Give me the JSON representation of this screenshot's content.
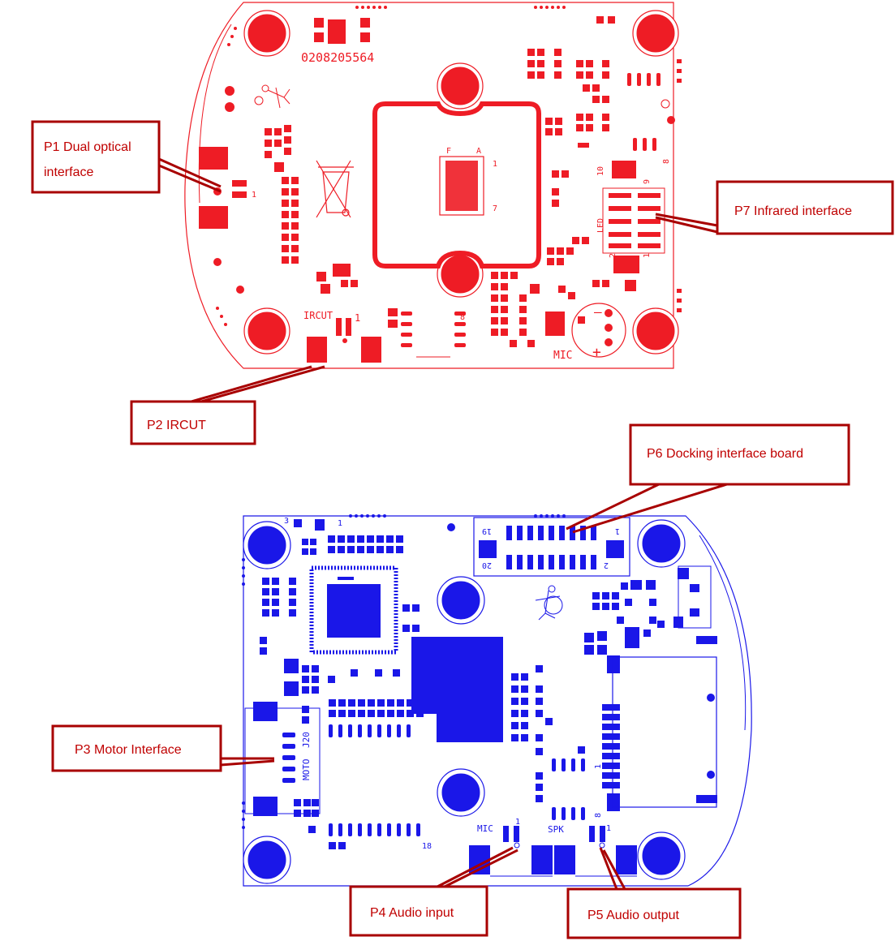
{
  "colors": {
    "top_board": "#ee1c25",
    "bottom_board": "#1a17e8",
    "callout_border": "#a80000",
    "callout_text": "#c00000"
  },
  "top_board": {
    "serial": "0208205564",
    "labels": {
      "ircut": "IRCUT",
      "mic": "MIC",
      "led": "LED",
      "plus": "+",
      "minus": "–",
      "pin_one": "1",
      "pin_seven": "7",
      "pin_eight": "8",
      "pin_nine": "9",
      "pin_ten": "10",
      "pin_two": "2",
      "pin_f": "F",
      "pin_a": "A"
    }
  },
  "bottom_board": {
    "labels": {
      "mic": "MIC",
      "spk": "SPK",
      "moto": "MOTO",
      "j20": "J20",
      "pin_19": "19",
      "pin_20": "20",
      "pin_1": "1",
      "pin_2": "2",
      "pin_3": "3",
      "pin_8": "8",
      "pin_18": "18"
    }
  },
  "callouts": {
    "p1_line1": "P1  Dual  optical",
    "p1_line2": "interface",
    "p2": "P2 IRCUT",
    "p3": "P3 Motor Interface",
    "p4": "P4 Audio input",
    "p5": "P5 Audio output",
    "p6": "P6 Docking interface board",
    "p7": "P7 Infrared interface"
  }
}
